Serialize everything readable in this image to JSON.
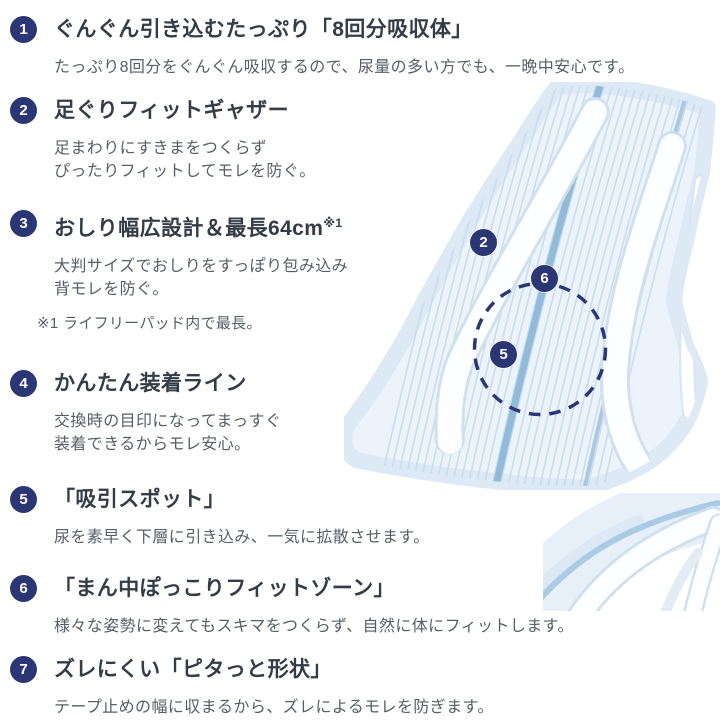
{
  "colors": {
    "badge_navy": "#2b3674",
    "heading_text": "#333c47",
    "body_text": "#575e67",
    "pad_base": "#ecf3fa",
    "pad_wing": "#dde9f4",
    "pad_stripe": "#c9ddee",
    "pad_accent_stripe": "#92bbd9",
    "ruffle_white": "#fdfeff"
  },
  "features": [
    {
      "num": "1",
      "title": "ぐんぐん引き込むたっぷり「8回分吸収体」",
      "desc": [
        "たっぷり8回分をぐんぐん吸収するので、尿量の多い方でも、一晩中安心です。"
      ]
    },
    {
      "num": "2",
      "title": "足ぐりフィットギャザー",
      "desc": [
        "足まわりにすきまをつくらず",
        "ぴったりフィットしてモレを防ぐ。"
      ]
    },
    {
      "num": "3",
      "title": "おしり幅広設計＆最長64cm",
      "title_sup": "※1",
      "desc": [
        "大判サイズでおしりをすっぽり包み込み",
        "背モレを防ぐ。"
      ],
      "footnote": "※1 ライフリーパッド内で最長。"
    },
    {
      "num": "4",
      "title": "かんたん装着ライン",
      "desc": [
        "交換時の目印になってまっすぐ",
        "装着できるからモレ安心。"
      ]
    },
    {
      "num": "5",
      "title": "「吸引スポット」",
      "desc": [
        "尿を素早く下層に引き込み、一気に拡散させます。"
      ]
    },
    {
      "num": "6",
      "title": "「まん中ぽっこりフィットゾーン」",
      "desc": [
        "様々な姿勢に変えてもスキマをつくらず、自然に体にフィットします。"
      ]
    },
    {
      "num": "7",
      "title": "ズレにくい「ピタっと形状」",
      "desc": [
        "テープ止めの幅に収まるから、ズレによるモレを防ぎます。"
      ]
    }
  ],
  "product_image": {
    "callouts": [
      "2",
      "6",
      "5"
    ]
  }
}
